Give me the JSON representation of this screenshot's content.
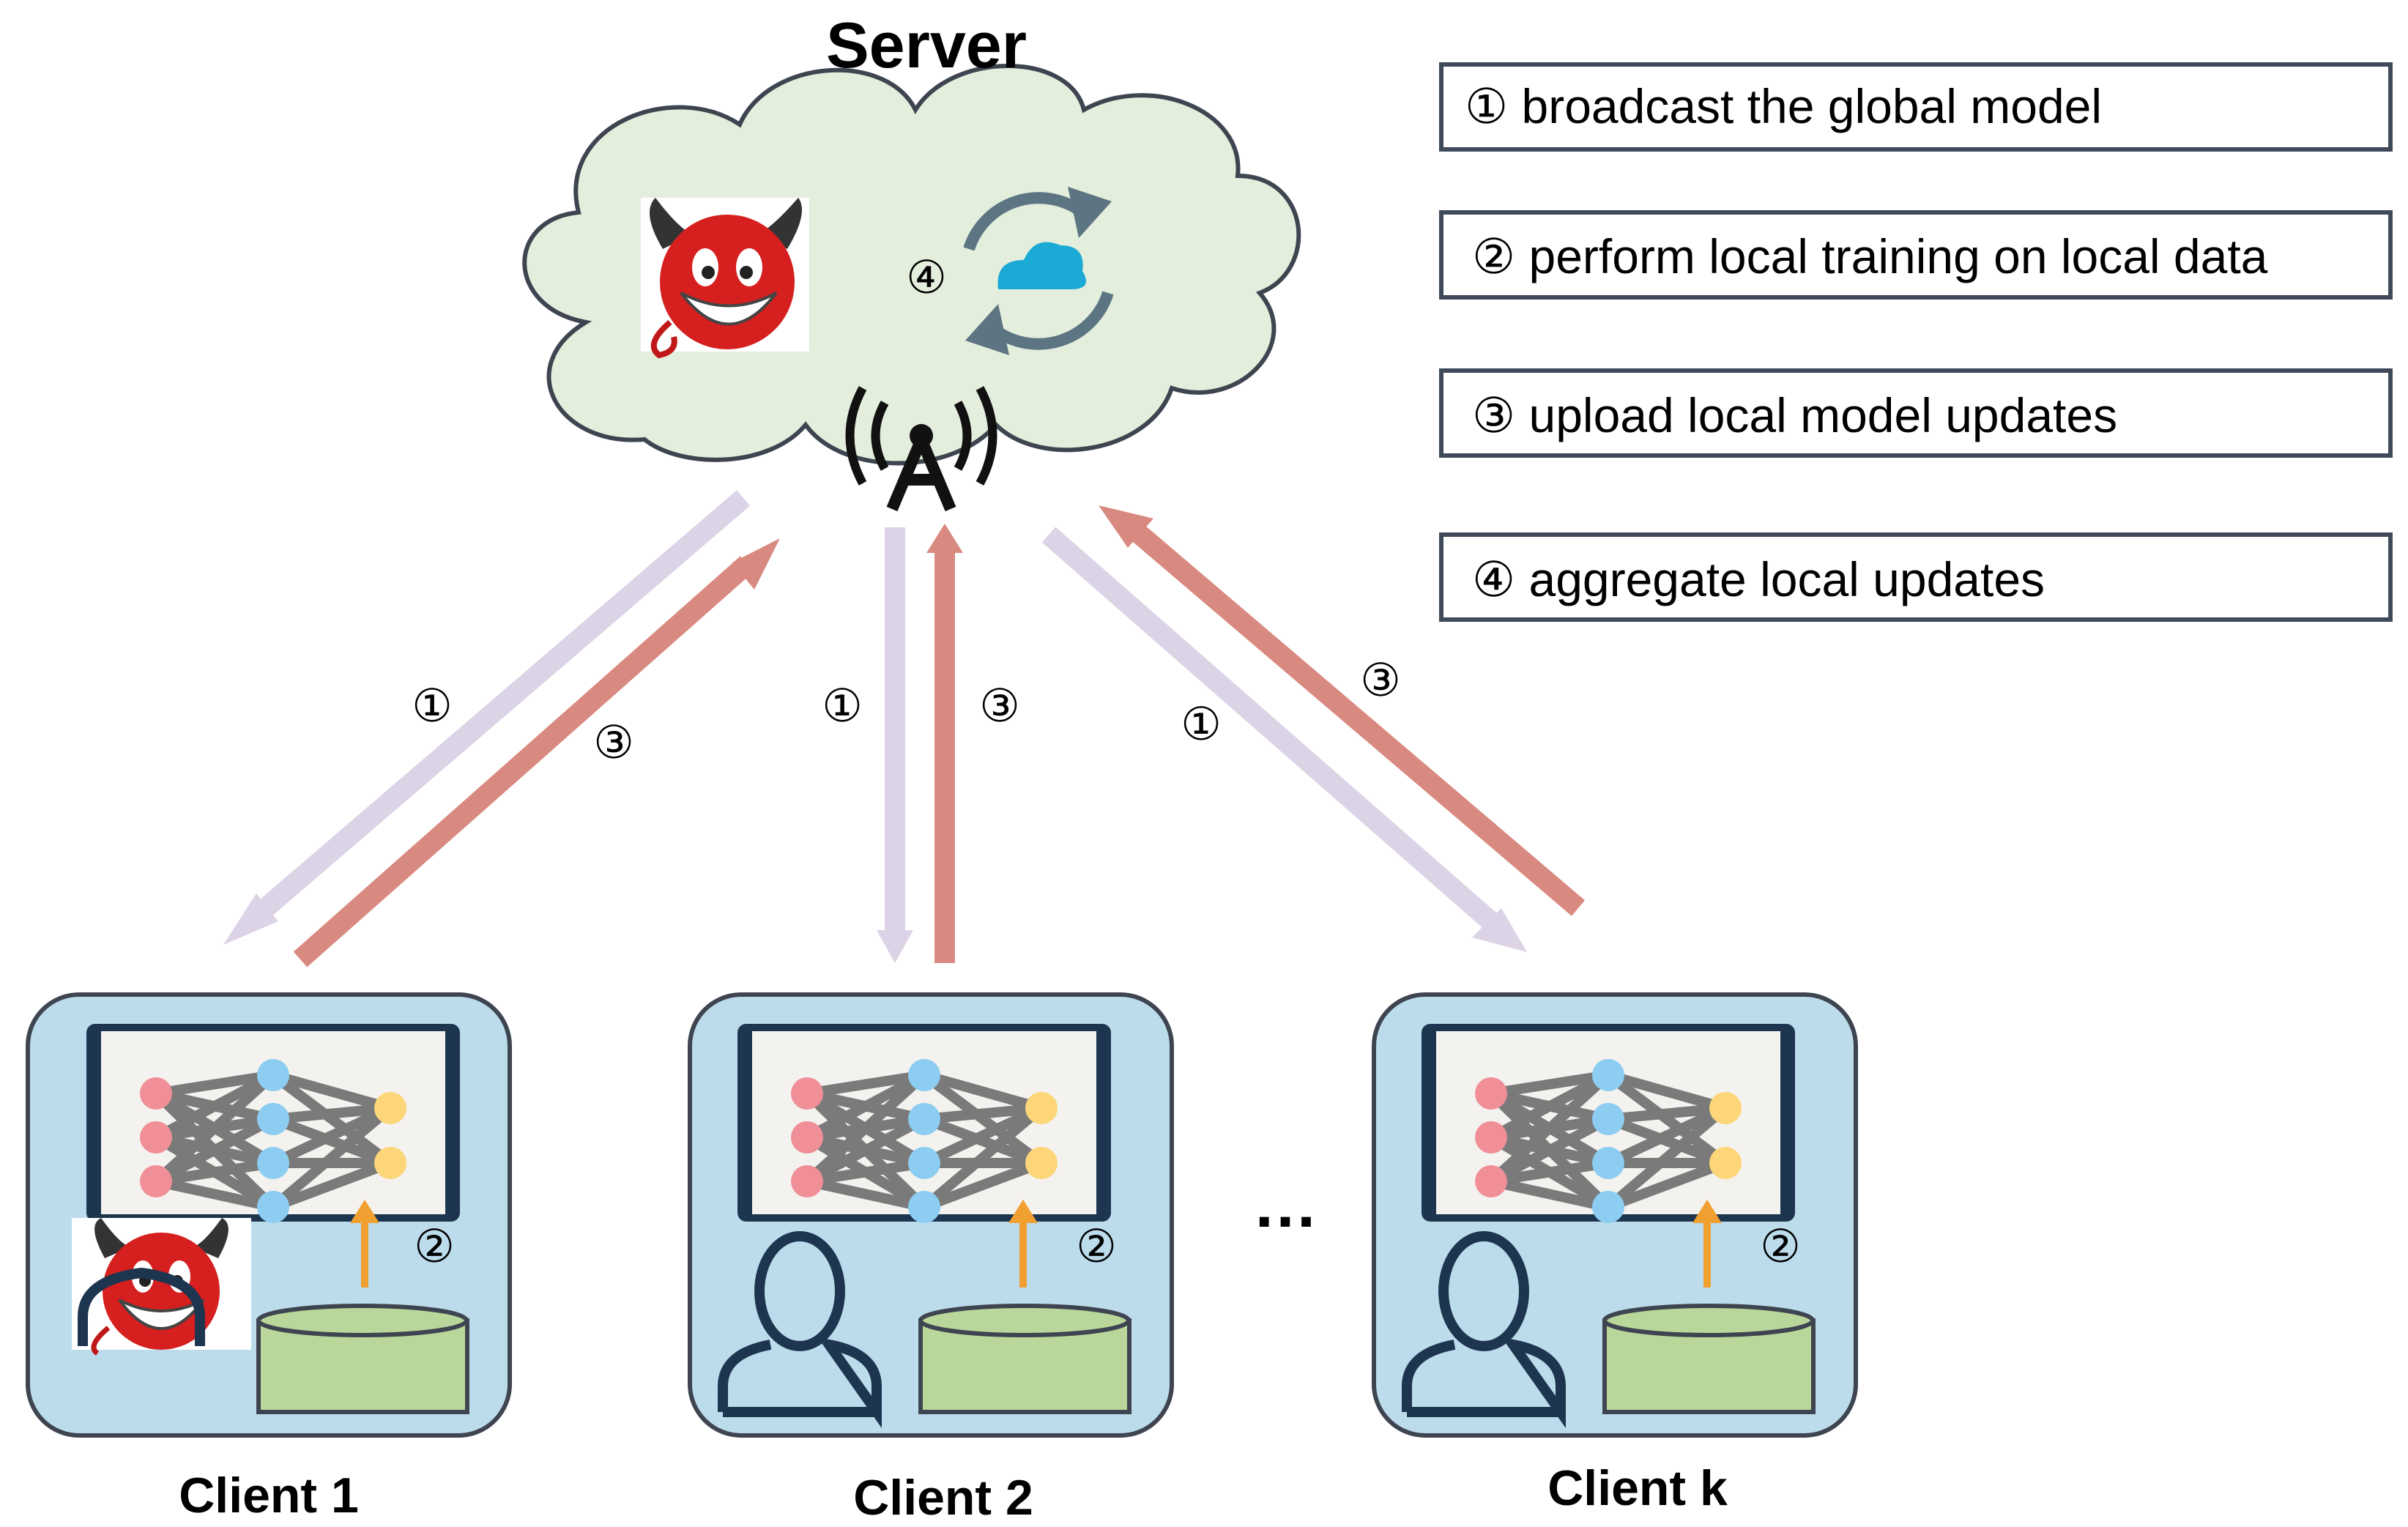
{
  "server": {
    "title": "Server",
    "aggregate_marker": "④"
  },
  "legend": [
    {
      "text": "① broadcast the global model"
    },
    {
      "text": "② perform local training on local data"
    },
    {
      "text": "③ upload local model updates"
    },
    {
      "text": "④ aggregate local updates"
    }
  ],
  "arrows": {
    "client1": {
      "down_marker": "①",
      "up_marker": "③"
    },
    "client2": {
      "down_marker": "①",
      "up_marker": "③"
    },
    "clientk": {
      "down_marker": "①",
      "up_marker": "③"
    }
  },
  "clients": [
    {
      "label": "Client 1",
      "train_marker": "②",
      "malicious": true
    },
    {
      "label": "Client 2",
      "train_marker": "②",
      "malicious": false
    },
    {
      "label": "Client k",
      "train_marker": "②",
      "malicious": false
    }
  ],
  "ellipsis": "…",
  "colors": {
    "broadcast_arrow": "#dcd3e6",
    "upload_arrow": "#d98a80",
    "cloud_fill": "#e3eedc",
    "client_box": "#bcdcec",
    "database": "#b9d79a",
    "train_arrow": "#f0a030",
    "node_input": "#f08f98",
    "node_hidden": "#8ccdf1",
    "node_output": "#fcd678"
  }
}
